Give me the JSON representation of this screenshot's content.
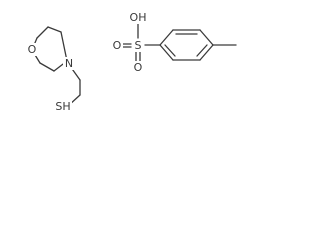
{
  "molecule_1": {
    "atoms": {
      "ring_oxygen": "O",
      "ring_nitrogen": "N",
      "thiol": "SH"
    }
  },
  "molecule_2": {
    "atoms": {
      "hydroxyl": "OH",
      "sulfur": "S",
      "oxo_top": "O",
      "oxo_bottom": "O"
    }
  }
}
